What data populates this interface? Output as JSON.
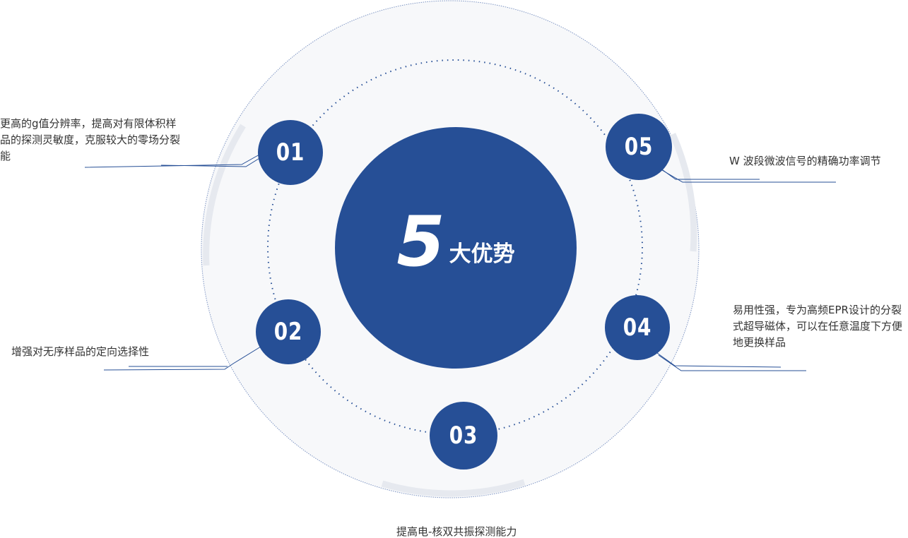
{
  "center": {
    "number": "5",
    "text": "大优势"
  },
  "nodes": [
    {
      "num": "01",
      "caption": "更高的g值分辨率，提高对有限体积样品的探测灵敏度，克服较大的零场分裂能"
    },
    {
      "num": "02",
      "caption": "增强对无序样品的定向选择性"
    },
    {
      "num": "03",
      "caption": "提高电-核双共振探测能力"
    },
    {
      "num": "04",
      "caption": "易用性强，专为高频EPR设计的分裂式超导磁体，可以在任意温度下方便地更换样品"
    },
    {
      "num": "05",
      "caption": "W 波段微波信号的精确功率调节"
    }
  ],
  "colors": {
    "primary": "#264f96",
    "ring_fill": "#f7f8fa",
    "arc": "#e6e9ef",
    "outline": "#7e95c3",
    "text": "#333333"
  }
}
